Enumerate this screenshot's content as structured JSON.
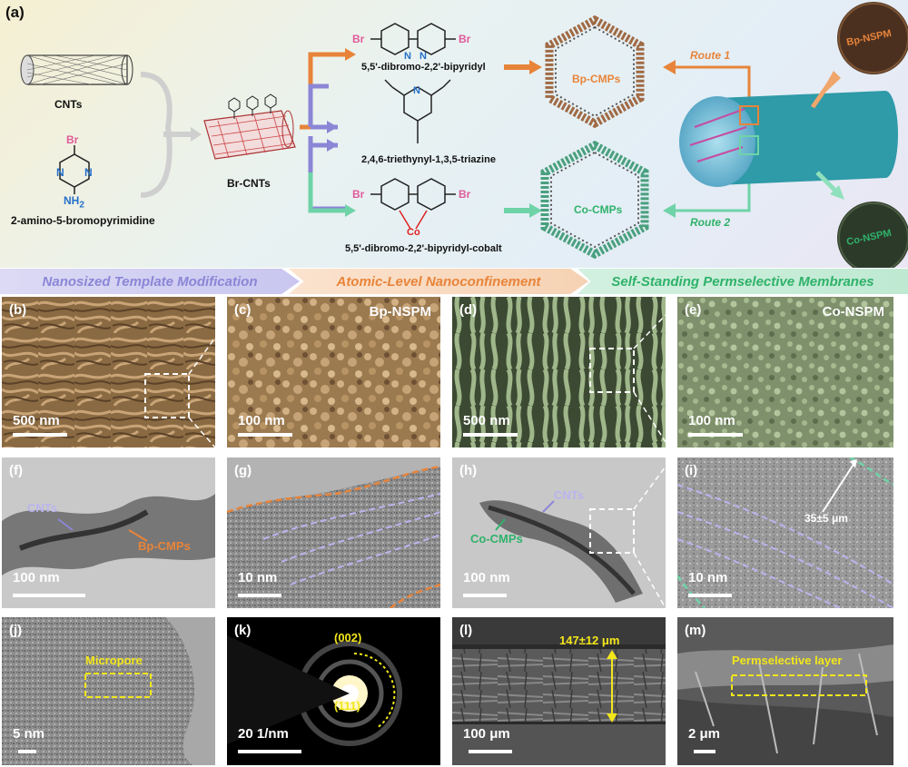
{
  "panel_a": {
    "label": "(a)",
    "cnts": "CNTs",
    "br_atom": "Br",
    "nh2": "NH",
    "nh2_sub": "2",
    "n_atom": "N",
    "co_atom": "Co",
    "amino_name": "2-amino-5-bromopyrimidine",
    "brcnts": "Br-CNTs",
    "bipyridyl": "5,5'-dibromo-2,2'-bipyridyl",
    "triazine": "2,4,6-triethynyl-1,3,5-triazine",
    "cobalt": "5,5'-dibromo-2,2'-bipyridyl-cobalt",
    "bp_cmps": "Bp-CMPs",
    "co_cmps": "Co-CMPs",
    "route1": "Route 1",
    "route2": "Route 2",
    "bp_nspm": "Bp-NSPM",
    "co_nspm": "Co-NSPM"
  },
  "banners": [
    "Nanosized Template Modification",
    "Atomic-Level Nanoconfinement",
    "Self-Standing Permselective Membranes"
  ],
  "row1": [
    {
      "label": "(b)",
      "scale": "500 nm"
    },
    {
      "label": "(c)",
      "scale": "100 nm",
      "title": "Bp-NSPM"
    },
    {
      "label": "(d)",
      "scale": "500 nm"
    },
    {
      "label": "(e)",
      "scale": "100 nm",
      "title": "Co-NSPM"
    }
  ],
  "row2": [
    {
      "label": "(f)",
      "scale": "100 nm",
      "ann1": "CNTs",
      "ann2": "Bp-CMPs"
    },
    {
      "label": "(g)",
      "scale": "10 nm"
    },
    {
      "label": "(h)",
      "scale": "100 nm",
      "ann1": "CNTs",
      "ann2": "Co-CMPs"
    },
    {
      "label": "(i)",
      "scale": "10 nm",
      "ann1": "35±5 μm"
    }
  ],
  "row3": [
    {
      "label": "(j)",
      "scale": "5 nm",
      "ann1": "Micropore"
    },
    {
      "label": "(k)",
      "scale": "20 1/nm",
      "ann1": "(002)",
      "ann2": "(111)"
    },
    {
      "label": "(l)",
      "scale": "100 μm",
      "ann1": "147±12 μm"
    },
    {
      "label": "(m)",
      "scale": "2 μm",
      "ann1": "Permselective layer"
    }
  ],
  "colors": {
    "orange": "#e8843a",
    "green": "#2fb26a",
    "purple": "#8b86d6",
    "lilac": "#b9b4ee",
    "yellow": "#f2e61a"
  }
}
